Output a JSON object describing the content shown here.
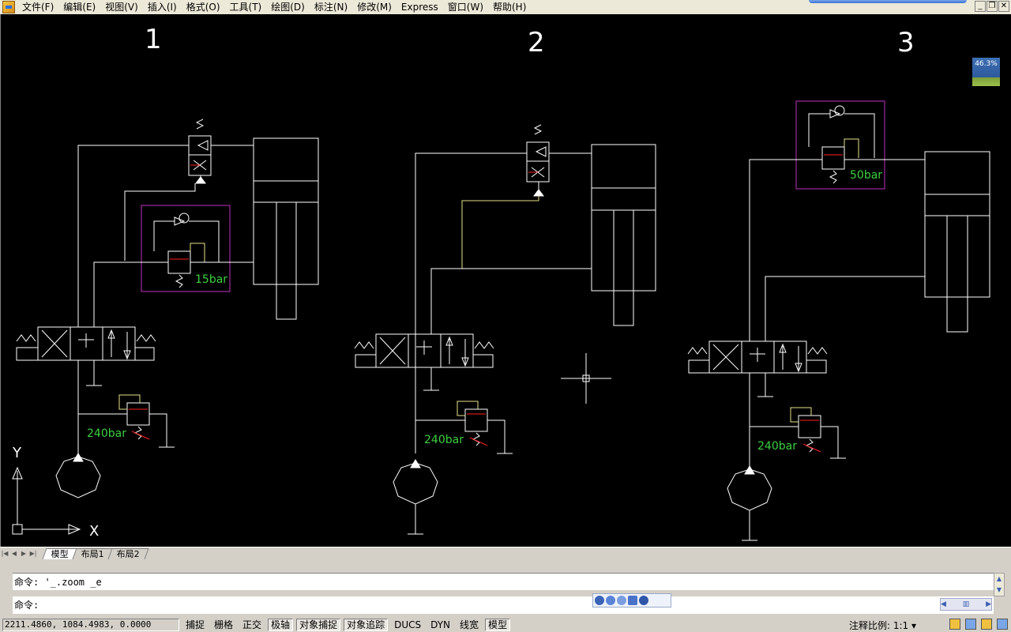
{
  "menu": {
    "items": [
      "文件(F)",
      "编辑(E)",
      "视图(V)",
      "插入(I)",
      "格式(O)",
      "工具(T)",
      "绘图(D)",
      "标注(N)",
      "修改(M)",
      "Express",
      "窗口(W)",
      "帮助(H)"
    ]
  },
  "window_buttons": {
    "minimize": "_",
    "restore": "❐",
    "close": "✕"
  },
  "drawing": {
    "labels": [
      "1",
      "2",
      "3"
    ],
    "pressure_labels": [
      "15bar",
      "240bar",
      "240bar",
      "50bar",
      "240bar"
    ],
    "ucs": {
      "x": "X",
      "y": "Y"
    },
    "zoom_badge": "46.3%"
  },
  "tabs": {
    "nav": [
      "|◀",
      "◀",
      "▶",
      "▶|"
    ],
    "items": [
      "模型",
      "布局1",
      "布局2"
    ],
    "active": "模型"
  },
  "command": {
    "line1": "命令: '_.zoom _e",
    "line2": "命令:"
  },
  "status": {
    "coords": "2211.4860, 1084.4983, 0.0000",
    "buttons": [
      "捕捉",
      "栅格",
      "正交",
      "极轴",
      "对象捕捉",
      "对象追踪",
      "DUCS",
      "DYN",
      "线宽",
      "模型"
    ],
    "buttons_on": [
      "极轴",
      "对象捕捉",
      "对象追踪",
      "模型"
    ],
    "annotation_scale_label": "注释比例: 1:1 ▾"
  },
  "colors": {
    "canvas": "#000000",
    "line": "#ffffff",
    "pilot": "#e8e08a",
    "box": "#c030c0",
    "label": "#3cd040",
    "arrow": "#ff2020"
  }
}
